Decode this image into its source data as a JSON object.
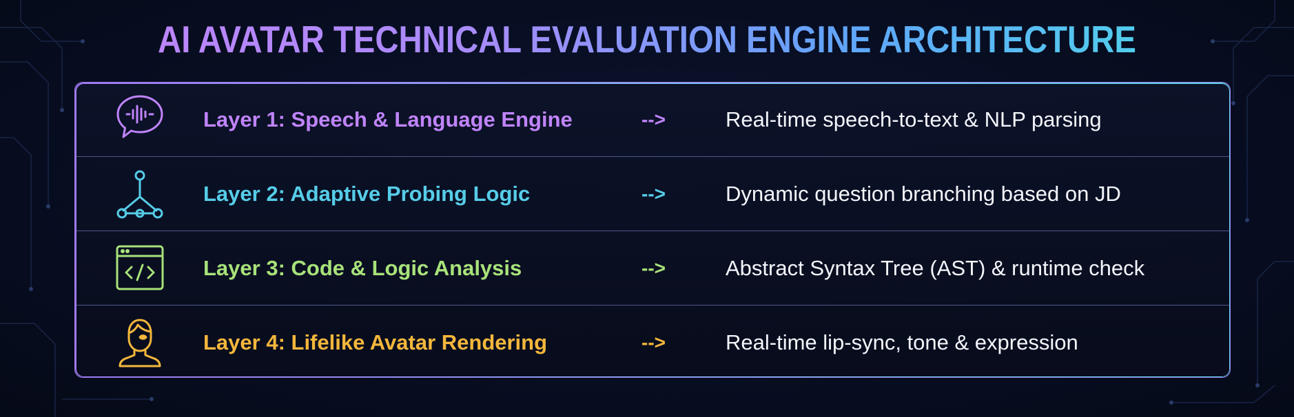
{
  "title_part1": "AI AVATAR TECHNICAL EVALUATION",
  "title_part2": "ENGINE ARCHITECTURE",
  "layers": [
    {
      "label": "Layer 1: Speech & Language Engine",
      "arrow": "-->",
      "description": "Real-time speech-to-text & NLP parsing",
      "icon": "speech-bubble-waveform-icon",
      "color": "#c084fc"
    },
    {
      "label": "Layer 2: Adaptive Probing Logic",
      "arrow": "-->",
      "description": "Dynamic question branching based on JD",
      "icon": "branching-tree-icon",
      "color": "#56cde8"
    },
    {
      "label": "Layer 3: Code & Logic Analysis",
      "arrow": "-->",
      "description": "Abstract Syntax Tree (AST) & runtime check",
      "icon": "code-window-icon",
      "color": "#a8e27a"
    },
    {
      "label": "Layer 4: Lifelike Avatar Rendering",
      "arrow": "-->",
      "description": "Real-time lip-sync, tone & expression",
      "icon": "avatar-person-icon",
      "color": "#f4b73c"
    }
  ]
}
